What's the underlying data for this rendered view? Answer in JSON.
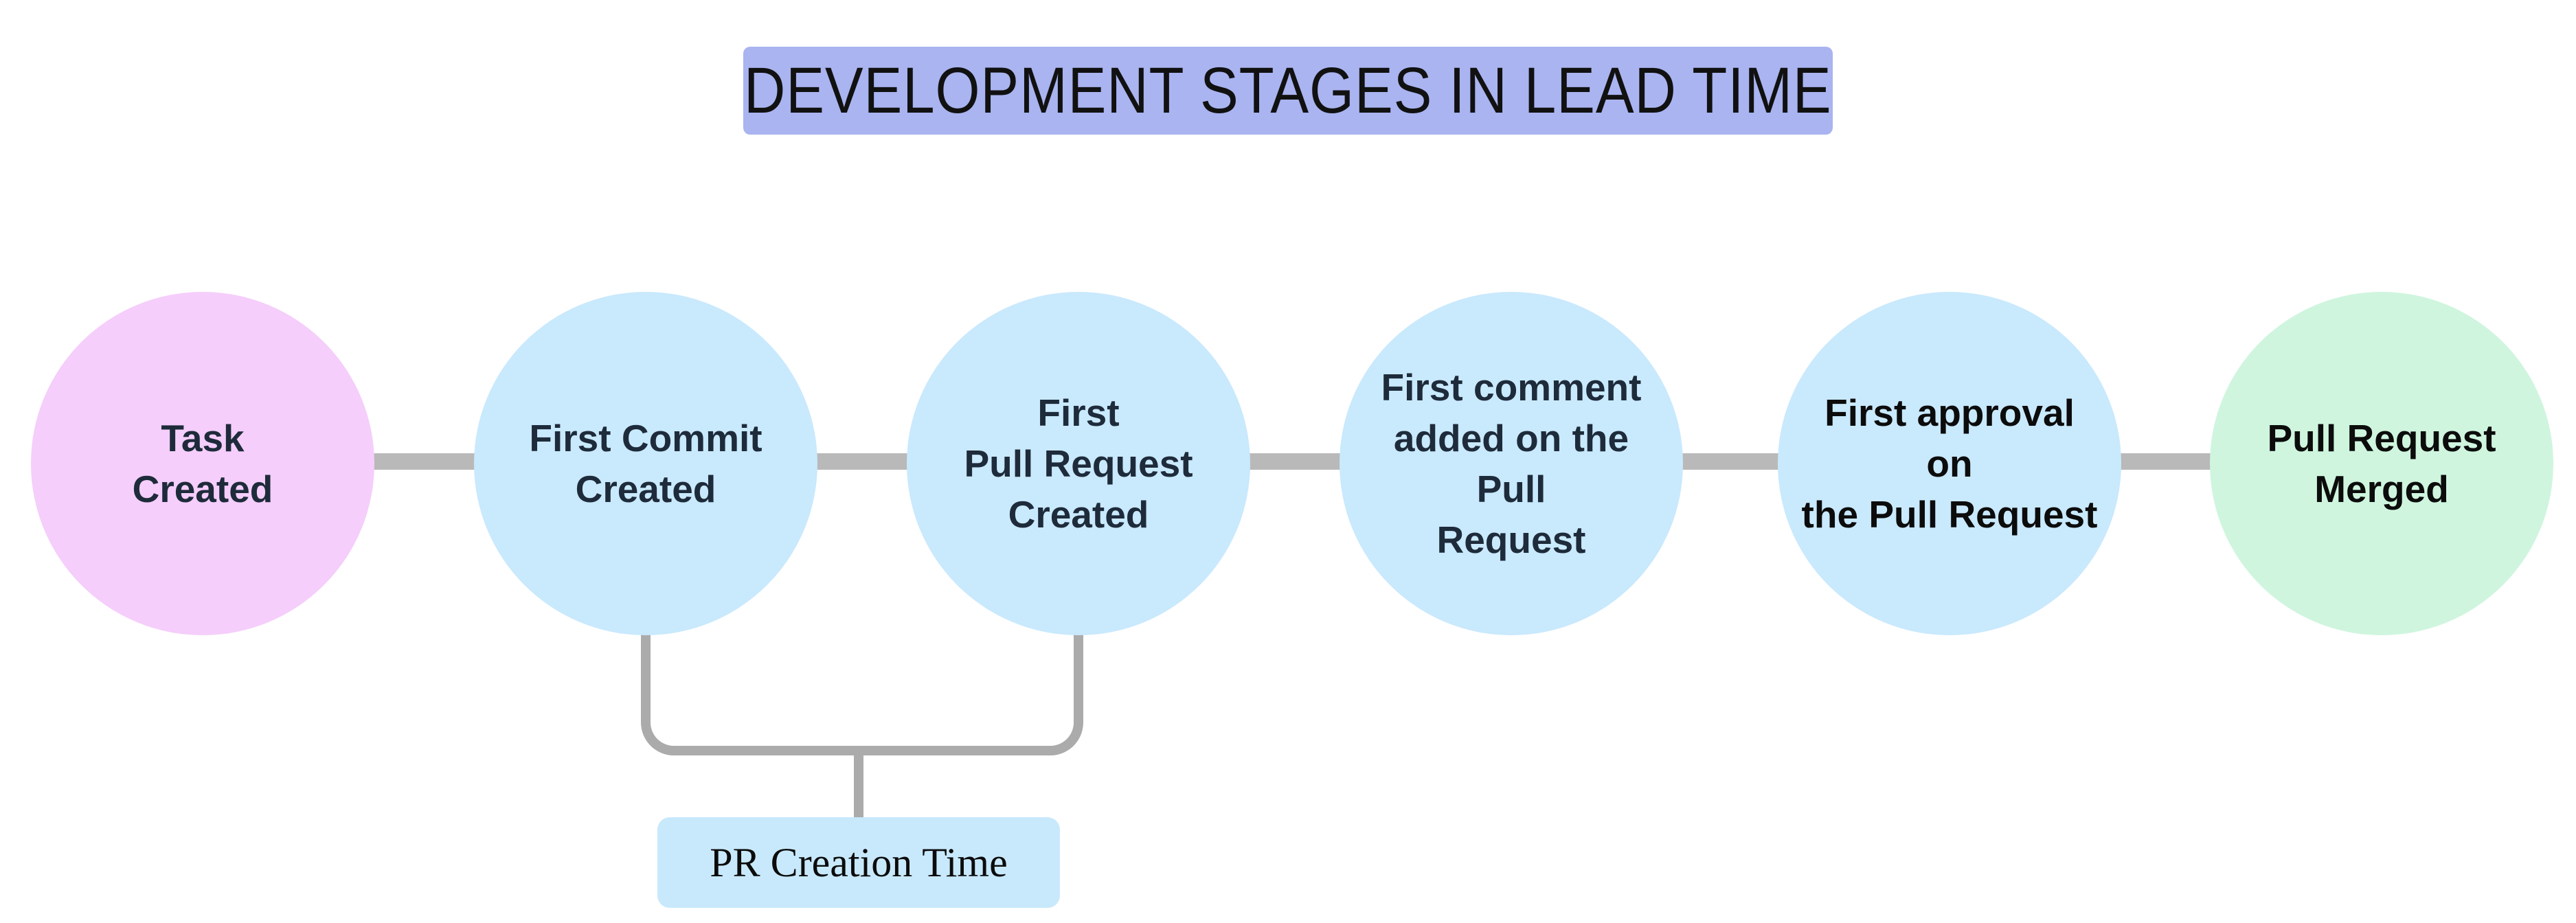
{
  "title": {
    "text": "DEVELOPMENT STAGES IN LEAD TIME",
    "bg_color": "#a9b4f0",
    "text_color": "#111111"
  },
  "stages": [
    {
      "label": "Task\nCreated",
      "fill": "#f5cefb",
      "text_color": "#1e2b3a"
    },
    {
      "label": "First Commit\nCreated",
      "fill": "#c9e9fd",
      "text_color": "#1e2b3a"
    },
    {
      "label": "First\nPull Request\nCreated",
      "fill": "#c9e9fd",
      "text_color": "#1e2b3a"
    },
    {
      "label": "First comment\nadded on the Pull\nRequest",
      "fill": "#c9e9fd",
      "text_color": "#1e2b3a"
    },
    {
      "label": "First approval on\nthe Pull Request",
      "fill": "#c9e9fd",
      "text_color": "#0c0c0c"
    },
    {
      "label": "Pull Request\nMerged",
      "fill": "#cff5de",
      "text_color": "#0c0c0c"
    }
  ],
  "connector": {
    "color": "#b9b9b9"
  },
  "bracket": {
    "color": "#ababab",
    "connects_stage_indices": [
      1,
      2
    ]
  },
  "annotation": {
    "label": "PR Creation Time",
    "bg_color": "#c8e9fc",
    "text_color": "#0c0c0c"
  }
}
